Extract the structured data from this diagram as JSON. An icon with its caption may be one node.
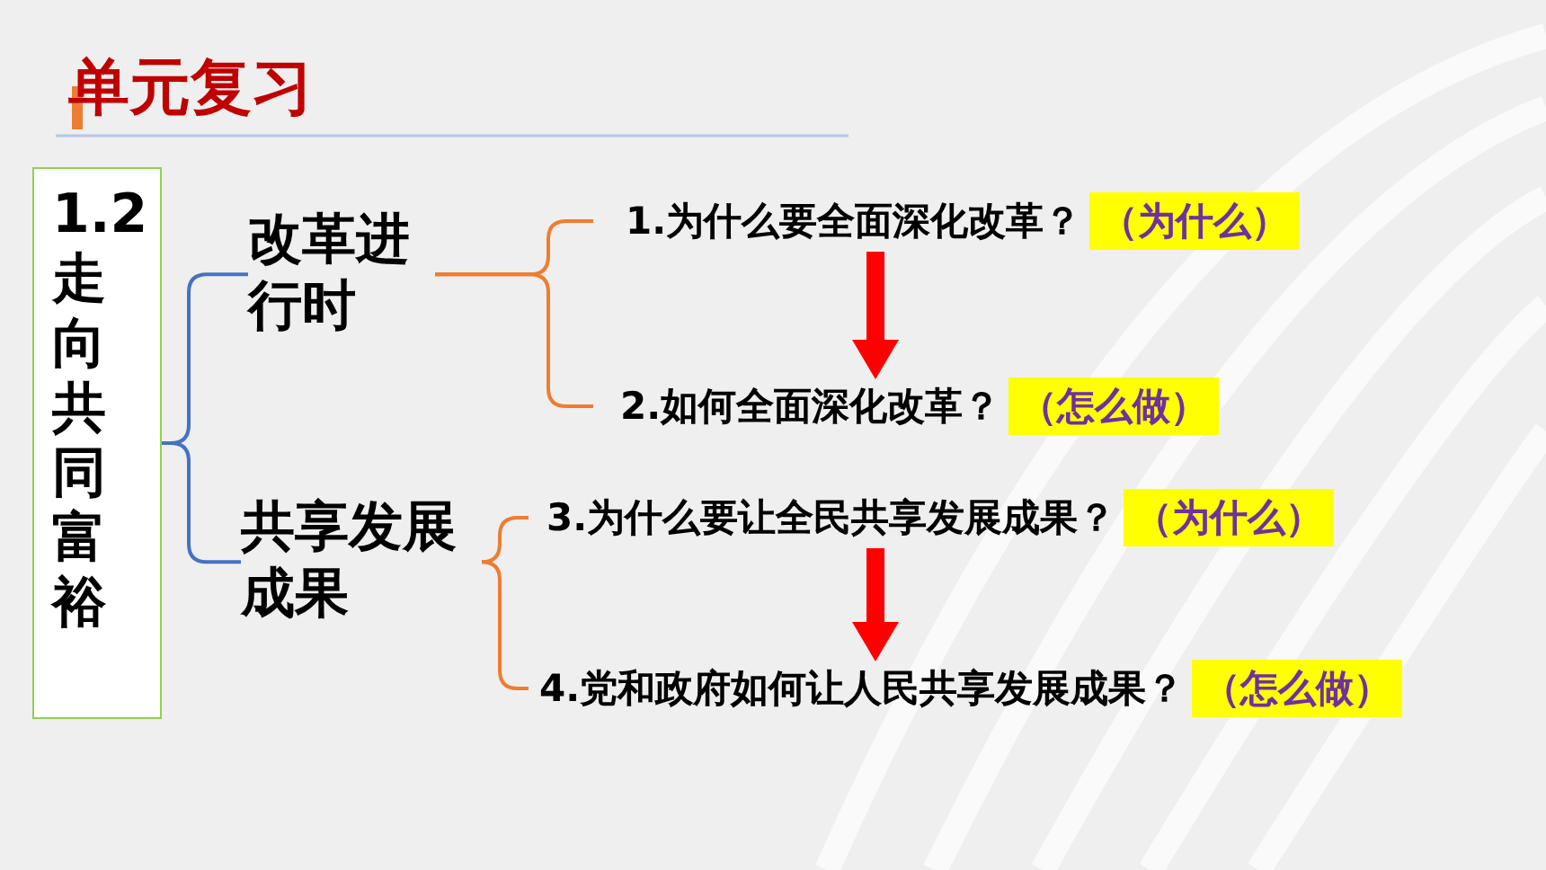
{
  "diagram": {
    "title": "单元复习",
    "nodes": [
      {
        "text": [
          "1.2走向共同富裕"
        ]
      },
      {
        "text": [
          "改革进行时"
        ]
      },
      {
        "text": [
          "1.为什么要全面深化改革？"
        ]
      },
      {
        "text": [
          "（为什么）"
        ]
      },
      {
        "text": [
          "2.如何全面深化改革？"
        ]
      },
      {
        "text": [
          "（怎么做）"
        ]
      },
      {
        "text": [
          "共享发展成果"
        ]
      },
      {
        "text": [
          "3.为什么要让全民共享发展成果？"
        ]
      },
      {
        "text": [
          "（为什么）"
        ]
      },
      {
        "text": [
          "4.党和政府如何让人民共享发展成果？"
        ]
      },
      {
        "text": [
          "（怎么做）"
        ]
      }
    ],
    "edges": [
      {
        "from": 0,
        "to": 1,
        "arrow": "none",
        "color": "#4472c4"
      },
      {
        "from": 0,
        "to": 6,
        "arrow": "none",
        "color": "#4472c4"
      },
      {
        "from": 1,
        "to": 2,
        "arrow": "none",
        "color": "#ed7d31"
      },
      {
        "from": 1,
        "to": 4,
        "arrow": "none",
        "color": "#ed7d31"
      },
      {
        "from": 6,
        "to": 7,
        "arrow": "none",
        "color": "#ed7d31"
      },
      {
        "from": 6,
        "to": 9,
        "arrow": "none",
        "color": "#ed7d31"
      },
      {
        "from": 2,
        "to": 4,
        "arrow": "to",
        "style": "thick",
        "color": "#ff0000"
      },
      {
        "from": 7,
        "to": 9,
        "arrow": "to",
        "style": "thick",
        "color": "#ff0000"
      }
    ]
  }
}
